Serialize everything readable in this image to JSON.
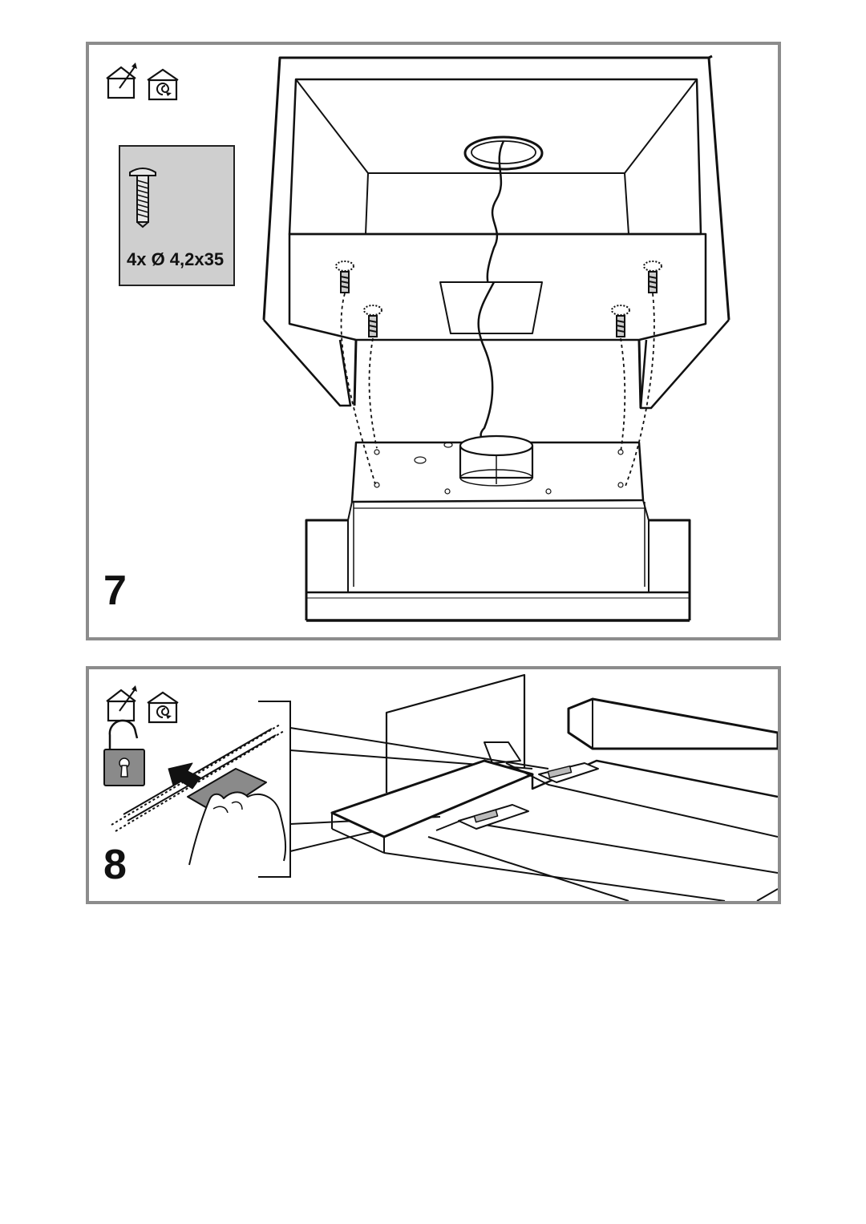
{
  "steps": [
    {
      "number": "7",
      "icons": [
        "house-exhaust-icon",
        "house-recirculation-icon"
      ],
      "screw_box": {
        "icon": "screw-icon",
        "label": "4x Ø 4,2x35"
      }
    },
    {
      "number": "8",
      "icons": [
        "house-exhaust-icon",
        "house-recirculation-icon",
        "unlock-padlock-icon"
      ]
    }
  ],
  "colors": {
    "panel_border": "#8c8c8c",
    "screw_box_fill": "#cfcfcf",
    "padlock_fill": "#8a8a8a",
    "line": "#111111"
  }
}
